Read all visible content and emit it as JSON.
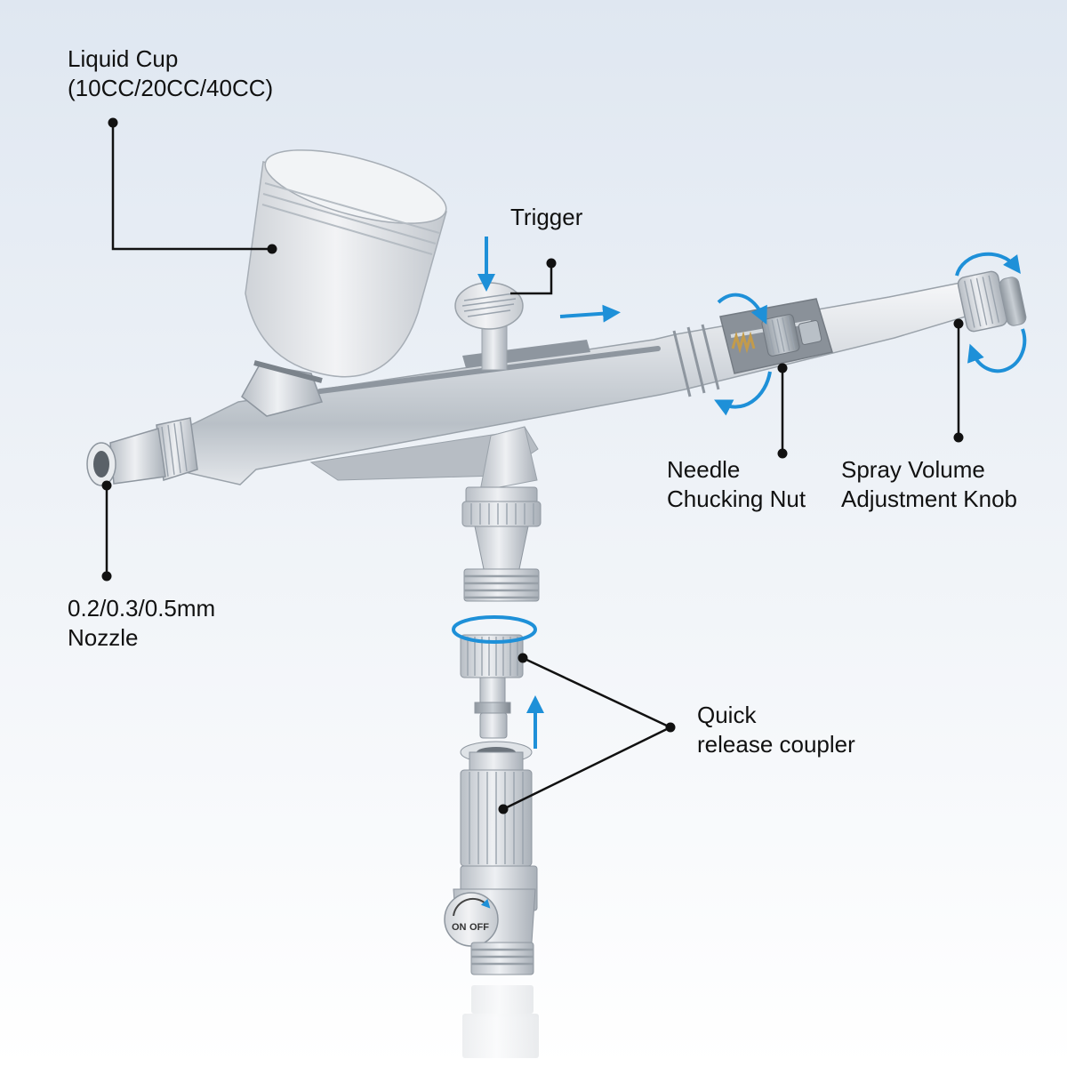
{
  "diagram": {
    "labels": {
      "liquid_cup": "Liquid Cup\n(10CC/20CC/40CC)",
      "trigger": "Trigger",
      "needle_chucking_nut": "Needle\nChucking Nut",
      "spray_volume_knob": "Spray Volume\nAdjustment Knob",
      "nozzle": "0.2/0.3/0.5mm\nNozzle",
      "quick_release_coupler": "Quick\nrelease coupler"
    },
    "valve_markings": {
      "on": "ON",
      "off": "OFF"
    }
  },
  "colors": {
    "callout": "#111111",
    "arrow": "#1e90d8",
    "metal": "#c9cfd6",
    "metal_light": "#f3f5f8",
    "metal_dark": "#8e969f"
  }
}
